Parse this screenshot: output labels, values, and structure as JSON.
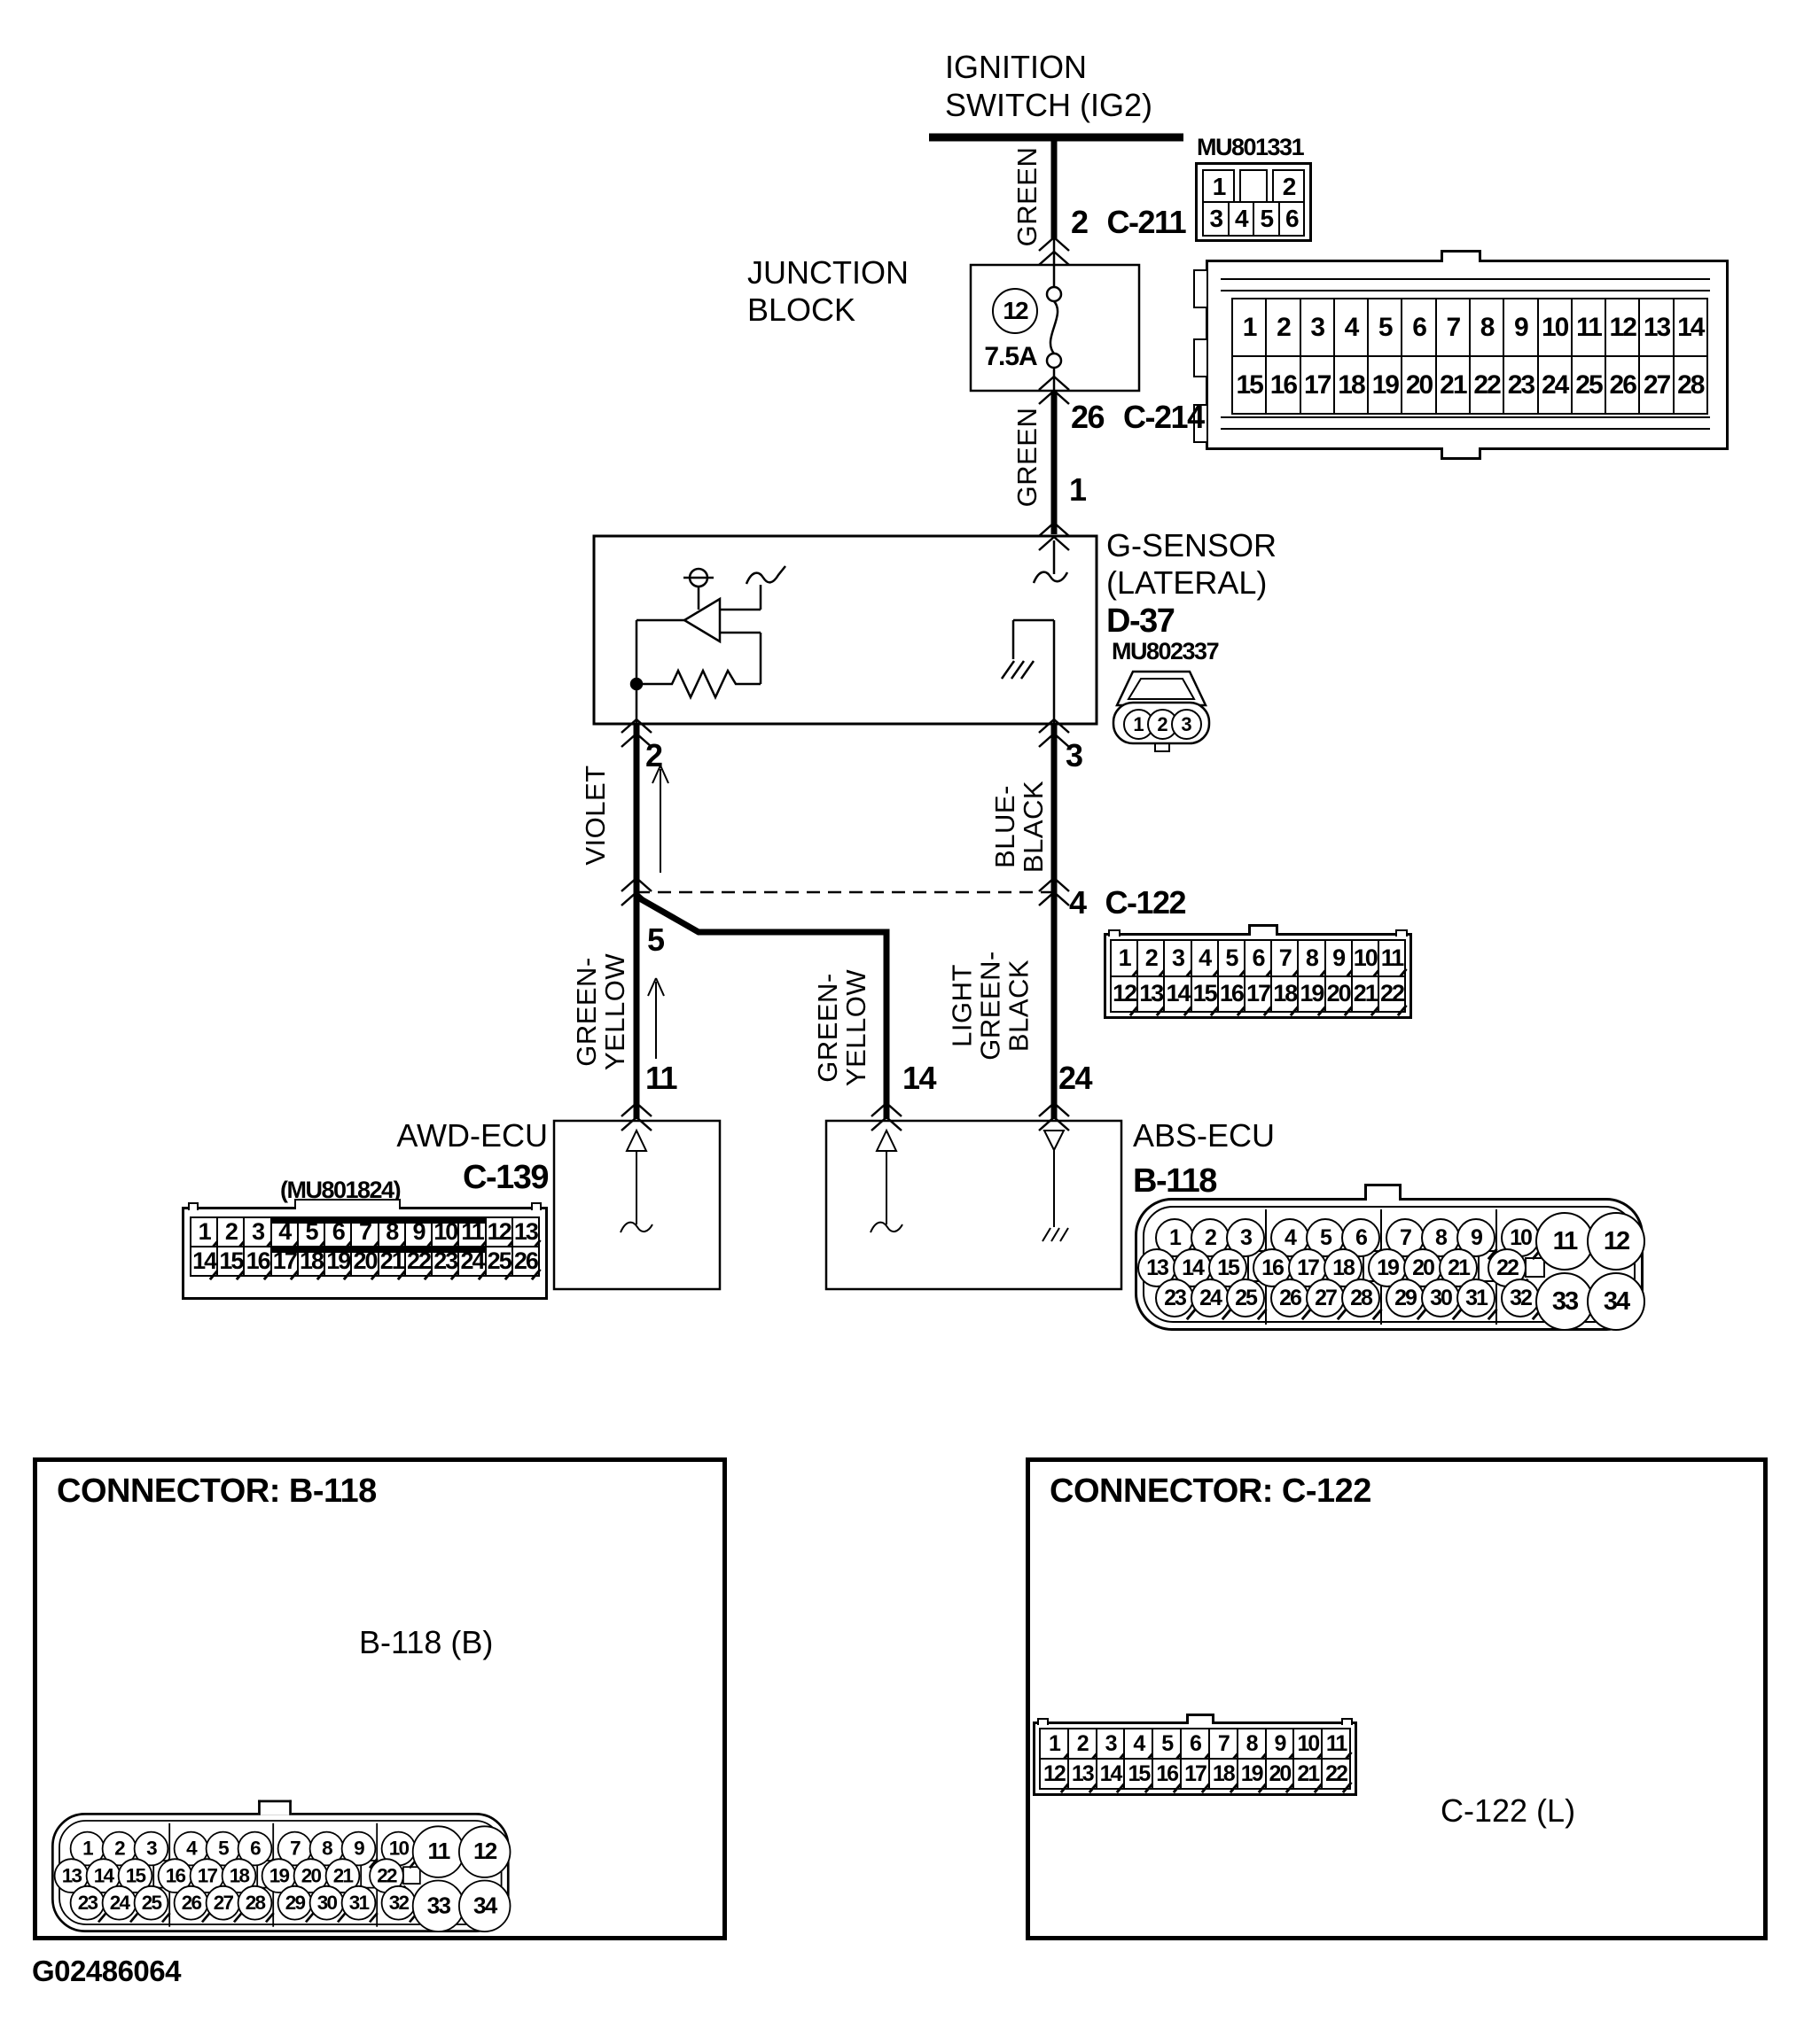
{
  "figure_id": "G02486064",
  "ignition": {
    "line1": "IGNITION",
    "line2": "SWITCH (IG2)"
  },
  "labels": {
    "junction1": "JUNCTION",
    "junction2": "BLOCK",
    "fuse_number": "12",
    "fuse_rating": "7.5A",
    "c211_pin": "2",
    "c211_code": "C-211",
    "c214_pin": "26",
    "c214_code": "C-214",
    "pin1": "1",
    "pin2": "2",
    "pin3": "3",
    "c122_pin": "4",
    "c122_code": "C-122",
    "pin5": "5",
    "pin11": "11",
    "pin14": "14",
    "pin24": "24",
    "mu801331": "MU801331",
    "gsensor1": "G-SENSOR",
    "gsensor2": "(LATERAL)",
    "gsensor_code": "D-37",
    "gsensor_part": "MU802337",
    "awd_name": "AWD-ECU",
    "awd_code": "C-139",
    "awd_part": "(MU801824)",
    "abs_name": "ABS-ECU",
    "abs_code": "B-118"
  },
  "wire_colors": {
    "green_top": "GREEN",
    "green_mid": "GREEN",
    "violet": "VIOLET",
    "blue_black": [
      "BLUE-",
      "BLACK"
    ],
    "green_yellow_left": [
      "GREEN-",
      "YELLOW"
    ],
    "green_yellow_mid": [
      "GREEN-",
      "YELLOW"
    ],
    "light_green_black": [
      "LIGHT",
      "GREEN-",
      "BLACK"
    ]
  },
  "connectors": {
    "mu801331_row1": [
      "1",
      "",
      "2"
    ],
    "mu801331_row2": [
      "3",
      "4",
      "5",
      "6"
    ],
    "c214_row1": [
      "1",
      "2",
      "3",
      "4",
      "5",
      "6",
      "7",
      "8",
      "9",
      "10",
      "11",
      "12",
      "13",
      "14"
    ],
    "c214_row2": [
      "15",
      "16",
      "17",
      "18",
      "19",
      "20",
      "21",
      "22",
      "23",
      "24",
      "25",
      "26",
      "27",
      "28"
    ],
    "c122_row1": [
      "1",
      "2",
      "3",
      "4",
      "5",
      "6",
      "7",
      "8",
      "9",
      "10",
      "11"
    ],
    "c122_row2": [
      "12",
      "13",
      "14",
      "15",
      "16",
      "17",
      "18",
      "19",
      "20",
      "21",
      "22"
    ],
    "awd_row1": [
      "1",
      "2",
      "3",
      "4",
      "5",
      "6",
      "7",
      "8",
      "9",
      "10",
      "11",
      "12",
      "13"
    ],
    "awd_row2": [
      "14",
      "15",
      "16",
      "17",
      "18",
      "19",
      "20",
      "21",
      "22",
      "23",
      "24",
      "25",
      "26"
    ],
    "d37_pins": [
      "1",
      "2",
      "3"
    ]
  },
  "abs": {
    "pins_row1": [
      "1",
      "2",
      "3",
      "4",
      "5",
      "6",
      "7",
      "8",
      "9",
      "10"
    ],
    "pins_row2": [
      "13",
      "14",
      "15",
      "16",
      "17",
      "18",
      "19",
      "20",
      "21",
      "22"
    ],
    "pins_row3": [
      "23",
      "24",
      "25",
      "26",
      "27",
      "28",
      "29",
      "30",
      "31",
      "32"
    ],
    "pins_large": [
      "11",
      "12",
      "33",
      "34"
    ]
  },
  "bottom_boxes": {
    "left_title": "CONNECTOR: B-118",
    "left_callout": "B-118 (B)",
    "right_title": "CONNECTOR: C-122",
    "right_callout": "C-122 (L)"
  }
}
